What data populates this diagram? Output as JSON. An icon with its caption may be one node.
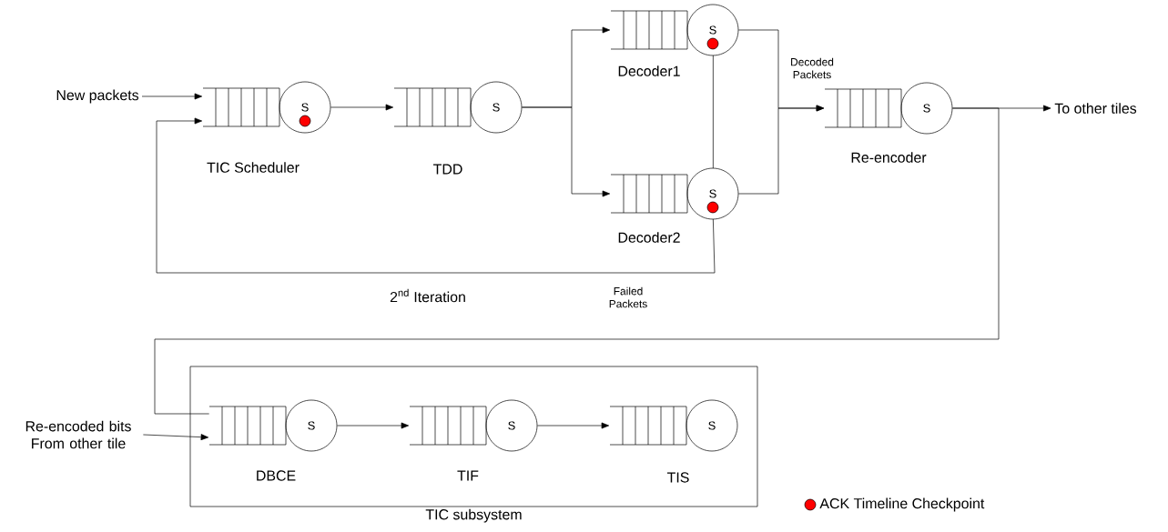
{
  "diagram": {
    "nodes": [
      {
        "text": [
          "New packets"
        ]
      },
      {
        "text": [
          "S"
        ],
        "beside": [
          "TIC Scheduler"
        ]
      },
      {
        "text": [
          "S"
        ],
        "beside": [
          "TDD"
        ]
      },
      {
        "text": [
          "S"
        ],
        "beside": [
          "Decoder1"
        ]
      },
      {
        "text": [
          "S"
        ],
        "beside": [
          "Decoder2"
        ]
      },
      {
        "text": [
          "S"
        ],
        "beside": [
          "Re-encoder"
        ]
      },
      {
        "text": [
          "To other tiles"
        ]
      },
      {
        "text": [
          "TIC subsystem"
        ]
      },
      {
        "text": [
          "S"
        ],
        "beside": [
          "DBCE"
        ],
        "in": 7
      },
      {
        "text": [
          "S"
        ],
        "beside": [
          "TIF"
        ],
        "in": 7
      },
      {
        "text": [
          "S"
        ],
        "beside": [
          "TIS"
        ],
        "in": 7
      },
      {
        "text": [
          "Re-encoded bits From other tile"
        ]
      }
    ],
    "edges": [
      {
        "from": 0,
        "to": 1,
        "arrow": "to"
      },
      {
        "from": 4,
        "to": 1,
        "arrow": "to",
        "label": "Failed Packets"
      },
      {
        "from": 1,
        "to": 2,
        "arrow": "to"
      },
      {
        "from": 2,
        "to": 3,
        "arrow": "to"
      },
      {
        "from": 2,
        "to": 4,
        "arrow": "to"
      },
      {
        "from": 3,
        "to": 4,
        "arrow": "none"
      },
      {
        "from": 3,
        "to": 5,
        "arrow": "to",
        "label": "Decoded Packets"
      },
      {
        "from": 4,
        "to": 5,
        "arrow": "to"
      },
      {
        "from": 5,
        "to": 6,
        "arrow": "to"
      },
      {
        "from": 5,
        "to": 8,
        "arrow": "none"
      },
      {
        "from": 11,
        "to": 8,
        "arrow": "to"
      },
      {
        "from": 8,
        "to": 9,
        "arrow": "to"
      },
      {
        "from": 9,
        "to": 10,
        "arrow": "to"
      }
    ],
    "labels": [
      "2$^{nd}$ Iteration"
    ],
    "legend": [
      {
        "text": "ACK Timeline Checkpoint",
        "color": "#ff0000"
      }
    ]
  }
}
